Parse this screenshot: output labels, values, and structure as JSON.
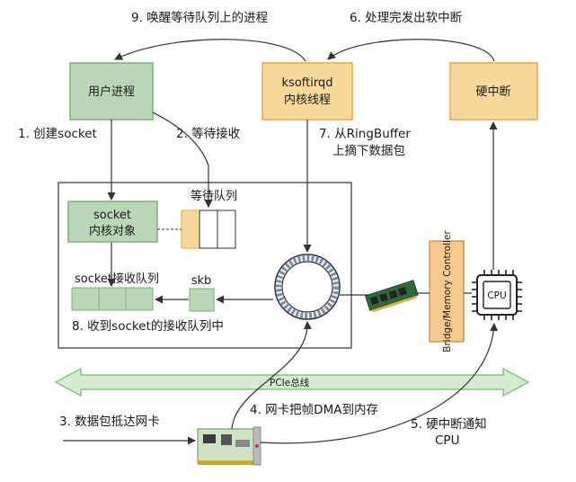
{
  "steps": {
    "step1": "1. 创建socket",
    "step2": "2. 等待接收",
    "step3": "3. 数据包抵达网卡",
    "step4": "4. 网卡把帧DMA到内存",
    "step5_line1": "5. 硬中断通知",
    "step5_line2": "CPU",
    "step6": "6. 处理完发出软中断",
    "step7_line1": "7. 从RingBuffer",
    "step7_line2": "上摘下数据包",
    "step8": "8. 收到socket的接收队列中",
    "step9": "9. 唤醒等待队列上的进程"
  },
  "boxes": {
    "user_process": "用户进程",
    "ksoftirqd_line1": "ksoftirqd",
    "ksoftirqd_line2": "内核线程",
    "hard_irq": "硬中断",
    "socket_obj_line1": "socket",
    "socket_obj_line2": "内核对象",
    "wait_queue": "等待队列",
    "recv_queue": "socket接收队列",
    "skb": "skb",
    "bridge": "Bridge/Memory Controller",
    "cpu": "CPU",
    "pcie": "PCIe总线"
  },
  "colors": {
    "green_fill": "#b9d7b6",
    "green_stroke": "#7fae7b",
    "orange_fill": "#f8d99a",
    "orange_stroke": "#e4a94a",
    "bridge_fill": "#f6c98c",
    "pcie_fill": "#d6ebd2",
    "pcie_stroke": "#8fbf89"
  }
}
